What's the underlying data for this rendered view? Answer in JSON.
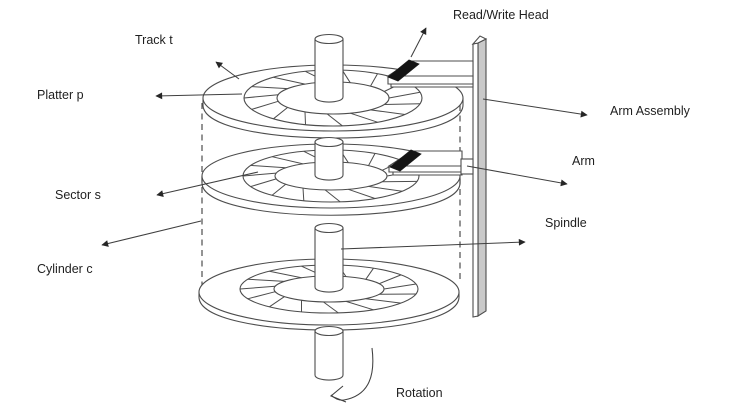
{
  "diagram": {
    "labels": {
      "read_write_head": "Read/Write Head",
      "track": "Track t",
      "platter": "Platter p",
      "sector": "Sector s",
      "cylinder": "Cylinder c",
      "arm_assembly": "Arm Assembly",
      "arm": "Arm",
      "spindle": "Spindle",
      "rotation": "Rotation"
    },
    "colors": {
      "line": "#4d4d4d",
      "text": "#1f1f1f",
      "arm_assembly_fill": "#c9c9c9",
      "head_fill": "#141414",
      "background": "#ffffff"
    }
  }
}
